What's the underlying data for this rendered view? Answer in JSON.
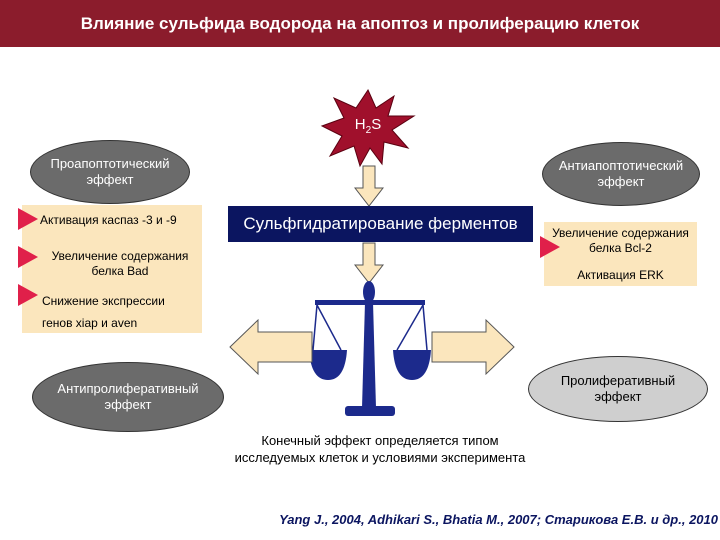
{
  "title": "Влияние сульфида водорода на апоптоз и пролиферацию клеток",
  "h2s": {
    "main": "H",
    "sub": "2",
    "tail": "S"
  },
  "proapoptotic": "Проапоптотический\nэффект",
  "antiapoptotic": "Антиапоптотический\nэффект",
  "left_items": [
    "Активация каспаз -3 и -9",
    "Увеличение содержания\nбелка Bad",
    "Снижение экспрессии\nгенов xiap и aven"
  ],
  "center_box": "Сульфгидратирование ферментов",
  "right_items": [
    "Увеличение содержания\nбелка Bcl-2",
    "Активация ERK"
  ],
  "antiproliferative": "Антипролиферативный\nэффект",
  "proliferative": "Пролиферативный\nэффект",
  "conclusion": "Конечный эффект определяется типом\nисследуемых клеток и условиями эксперимента",
  "citation": "Yang J., 2004, Adhikari S., Bhatia M., 2007; Старикова Е.В. и др., 2010",
  "colors": {
    "title_bg": "#8b1c2c",
    "ellipse_dark": "#6b6b6b",
    "ellipse_light": "#cfcfcf",
    "box_fill": "#fbe6bd",
    "center_box": "#0b1560",
    "bullet_triangle": "#e0204a",
    "star": "#a0102c",
    "scale": "#1c2a8c"
  }
}
